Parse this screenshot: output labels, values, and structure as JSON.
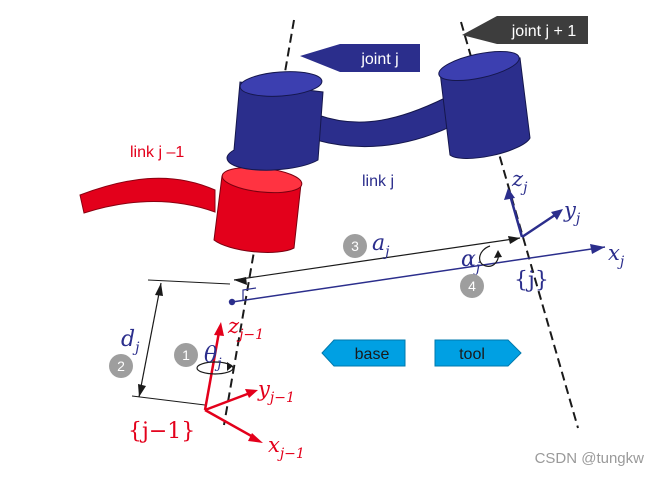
{
  "labels": {
    "joint_j": "joint j",
    "joint_j1": "joint j + 1",
    "link_jm1": "link j –1",
    "link_j": "link j"
  },
  "params": {
    "a": "a",
    "a_sub": "j",
    "d": "d",
    "d_sub": "j",
    "theta": "θ",
    "theta_sub": "j",
    "alpha": "α",
    "alpha_sub": "j"
  },
  "steps": [
    "1",
    "2",
    "3",
    "4"
  ],
  "frames": {
    "frame_j": "{j}",
    "frame_jm1": "{j−1}",
    "z_j": "z",
    "y_j": "y",
    "x_j": "x",
    "sub_j": "j",
    "z_jm1": "z",
    "y_jm1": "y",
    "x_jm1": "x",
    "sub_jm1": "j−1"
  },
  "buttons": {
    "base": "base",
    "tool": "tool"
  },
  "watermark": "CSDN @tungkw",
  "colors": {
    "navy": "#2b2e8c",
    "red": "#e3001b",
    "button_blue": "#00a0e3",
    "label_dark": "#3d3d3d",
    "badge_grey": "#9e9e9e"
  }
}
